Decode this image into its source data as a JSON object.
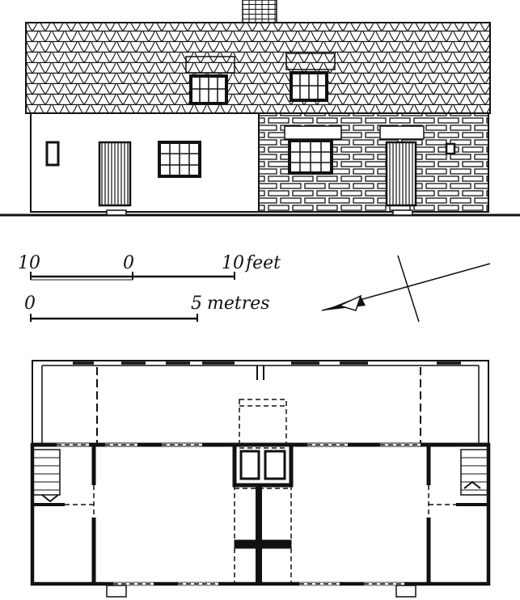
{
  "figure": {
    "scale_feet": {
      "left_label": "10",
      "mid_label": "0",
      "right_label": "10",
      "unit_label": "feet"
    },
    "scale_metres": {
      "left_label": "0",
      "right_label": "5",
      "unit_label": "metres"
    }
  },
  "colors": {
    "ink": "#111111",
    "paper": "#ffffff"
  }
}
